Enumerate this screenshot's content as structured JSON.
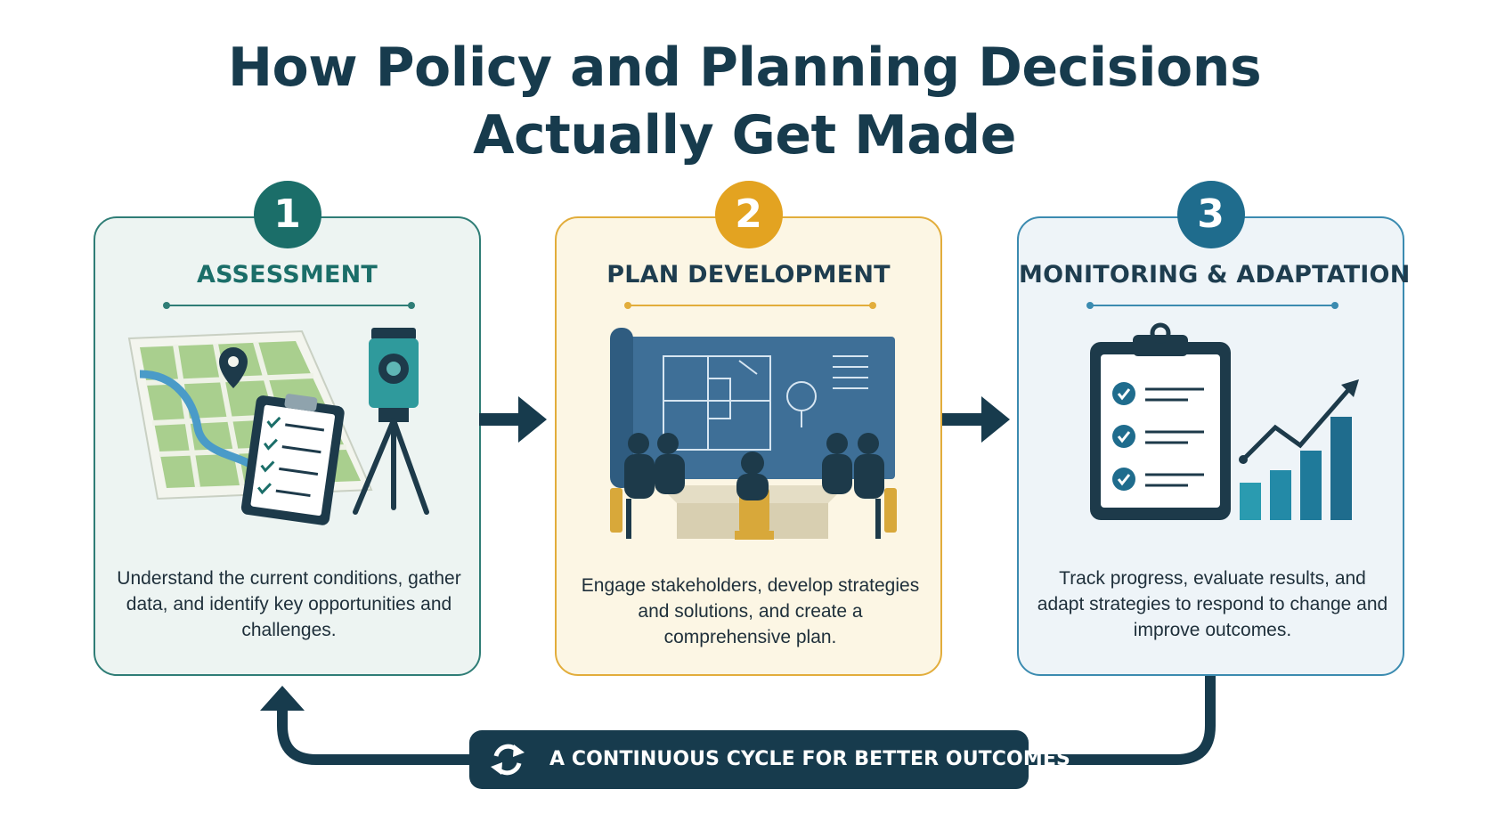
{
  "title": {
    "line1": "How Policy and Planning Decisions",
    "line2": "Actually Get Made"
  },
  "steps": [
    {
      "number": "1",
      "heading": "ASSESSMENT",
      "description": "Understand the current conditions, gather data, and identify key opportunities and challenges.",
      "icons": [
        "map-icon",
        "location-pin-icon",
        "clipboard-checklist-icon",
        "surveying-instrument-icon"
      ],
      "accent": "#1b6e69"
    },
    {
      "number": "2",
      "heading": "PLAN DEVELOPMENT",
      "description": "Engage stakeholders, develop strategies and solutions, and create a comprehensive plan.",
      "icons": [
        "blueprint-icon",
        "meeting-table-icon",
        "people-icon"
      ],
      "accent": "#e3a321"
    },
    {
      "number": "3",
      "heading": "MONITORING & ADAPTATION",
      "description": "Track progress, evaluate results, and adapt strategies to respond to change and improve outcomes.",
      "icons": [
        "clipboard-checklist-icon",
        "growth-bar-chart-icon",
        "trend-arrow-icon"
      ],
      "accent": "#1f6c8d"
    }
  ],
  "cycle": {
    "label": "A CONTINUOUS CYCLE FOR BETTER OUTCOMES",
    "icon": "refresh-cycle-icon"
  },
  "colors": {
    "navy": "#173b4d",
    "teal": "#1b6e69",
    "gold": "#e3a321",
    "blue": "#1f6c8d"
  }
}
